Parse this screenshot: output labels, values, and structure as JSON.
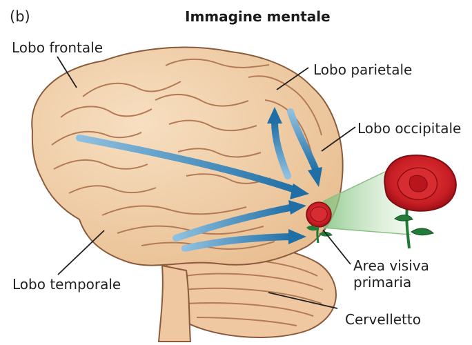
{
  "panel_label": "(b)",
  "title": "Immagine mentale",
  "labels": {
    "frontal": "Lobo frontale",
    "parietal": "Lobo parietale",
    "occipital": "Lobo occipitale",
    "temporal": "Lobo temporale",
    "visual_line1": "Area visiva",
    "visual_line2": "primaria",
    "cerebellum": "Cervelletto"
  },
  "colors": {
    "brain_fill": "#f2d3ae",
    "brain_stroke": "#8b5a3c",
    "gyri": "#b37a56",
    "arrow": "#2f7fb0",
    "arrow_light": "#8fc0df",
    "rose": "#cf2027",
    "rose_dark": "#8f0c12",
    "leaf": "#1f7a35",
    "beam": "#a7d39d"
  }
}
